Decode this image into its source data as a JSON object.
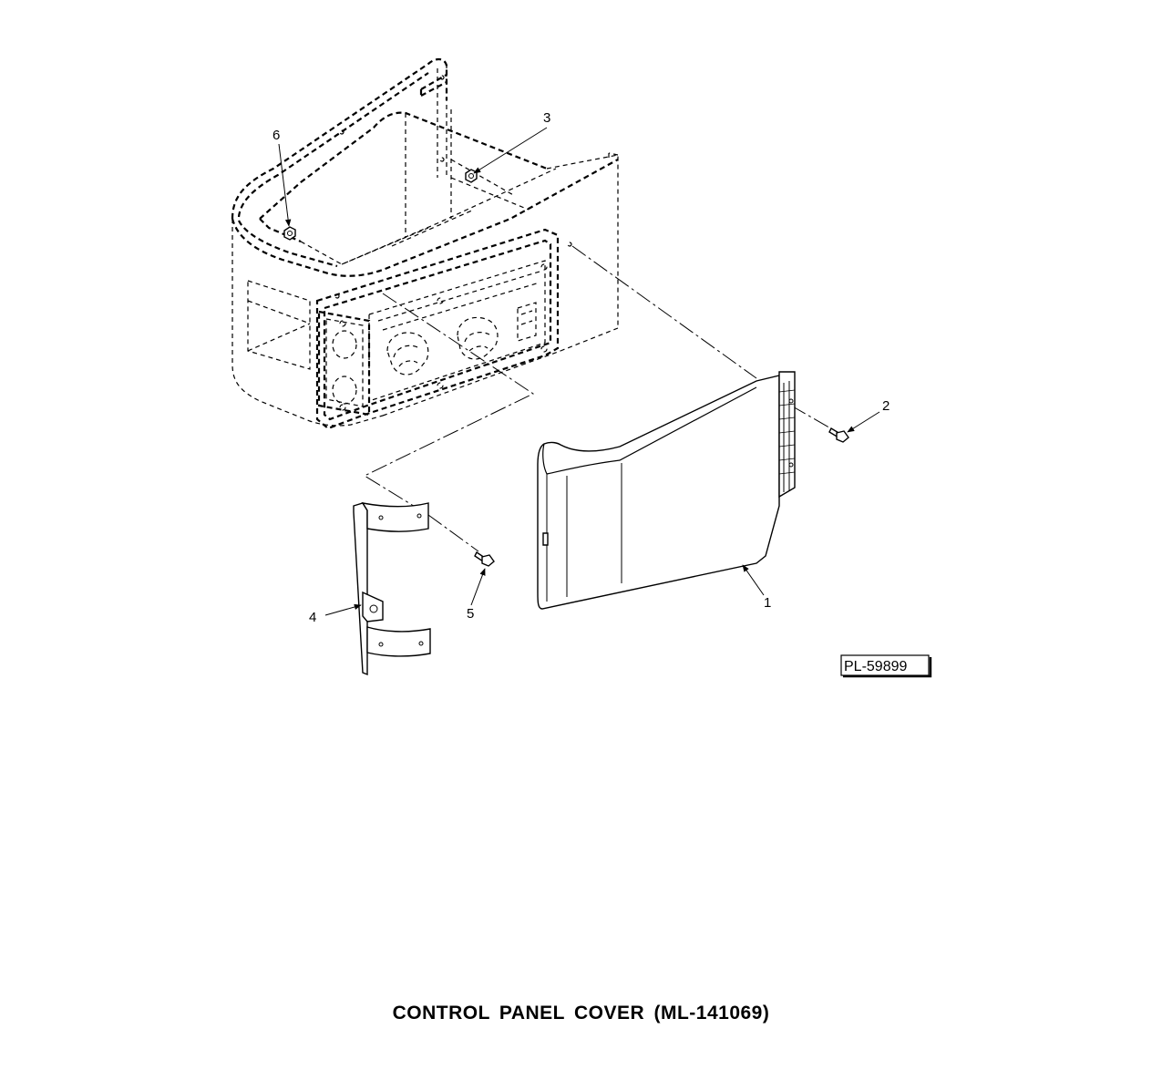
{
  "figure": {
    "title": "CONTROL  PANEL  COVER (ML-141069)",
    "plate_number": "PL-59899"
  },
  "callouts": [
    {
      "id": "1",
      "label": "1"
    },
    {
      "id": "2",
      "label": "2"
    },
    {
      "id": "3",
      "label": "3"
    },
    {
      "id": "4",
      "label": "4"
    },
    {
      "id": "5",
      "label": "5"
    },
    {
      "id": "6",
      "label": "6"
    }
  ]
}
